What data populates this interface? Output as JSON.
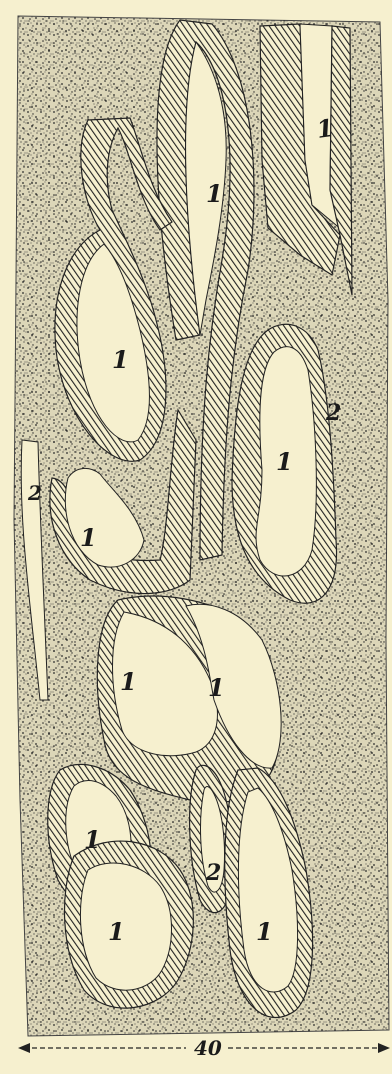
{
  "figure": {
    "paper_color": "#f6f0cf",
    "ink_color": "#1b1b1b",
    "labels": {
      "top_right_1": "1",
      "top_center_1": "1",
      "upper_left_1": "1",
      "right_middle_2": "2",
      "right_middle_1": "1",
      "left_small_2": "2",
      "left_middle_1": "1",
      "center_1a": "1",
      "center_1b": "1",
      "lower_left_1a": "1",
      "lower_center_2": "2",
      "lower_left_1b": "1",
      "lower_right_1": "1"
    },
    "scale": {
      "text": "40"
    }
  }
}
